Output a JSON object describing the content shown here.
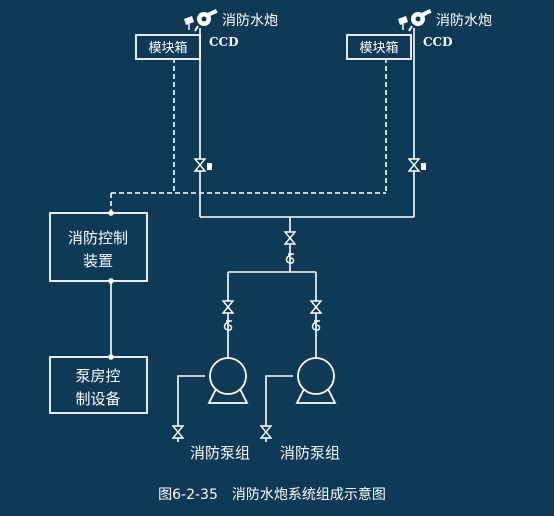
{
  "cannon_left": {
    "label": "消防水炮",
    "ccd": "CCD",
    "module": "模块箱"
  },
  "cannon_right": {
    "label": "消防水炮",
    "ccd": "CCD",
    "module": "模块箱"
  },
  "control_box": {
    "line1": "消防控制",
    "line2": "装置"
  },
  "pump_room_box": {
    "line1": "泵房控",
    "line2": "制设备"
  },
  "pump_left": {
    "label": "消防泵组"
  },
  "pump_right": {
    "label": "消防泵组"
  },
  "caption": "图6-2-35　消防水炮系统组成示意图"
}
